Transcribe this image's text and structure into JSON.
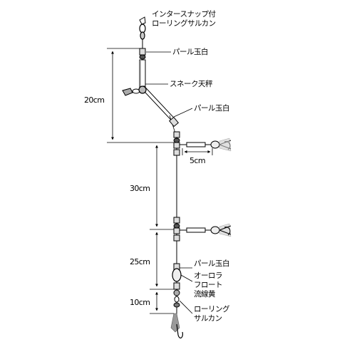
{
  "labels": {
    "snap_swivel_line1": "インタースナップ付",
    "snap_swivel_line2": "ローリングサルカン",
    "pearl_bead_1": "パール玉白",
    "snake_tenbin": "スネーク天秤",
    "pearl_bead_2": "パール玉白",
    "pearl_bead_3": "パール玉白",
    "aurora_float_line1": "オーロラ",
    "aurora_float_line2": "フロート",
    "aurora_float_line3": "流線黄",
    "rolling_swivel_line1": "ローリング",
    "rolling_swivel_line2": "サルカン"
  },
  "dimensions": {
    "d_top": "20cm",
    "d_branch": "5cm",
    "d_mid": "30cm",
    "d_lower": "25cm",
    "d_bottom": "10cm"
  }
}
